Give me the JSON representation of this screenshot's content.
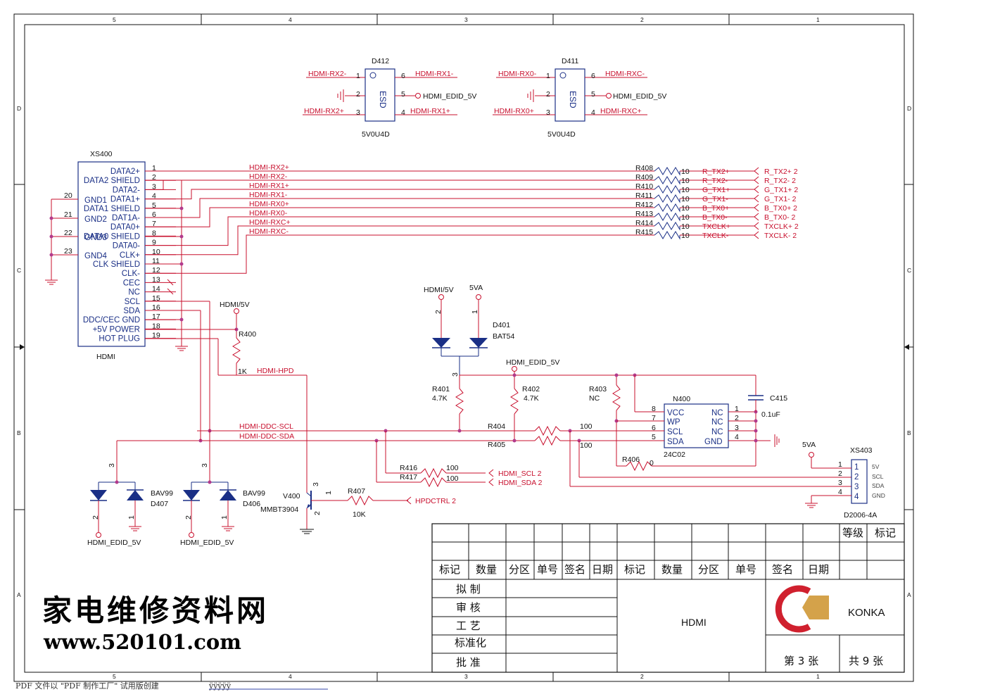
{
  "border": {
    "col_numbers": [
      "5",
      "4",
      "3",
      "2",
      "1"
    ],
    "row_letters": [
      "D",
      "C",
      "B",
      "A"
    ]
  },
  "esd_left": {
    "ref": "D412",
    "part": "5V0U4D",
    "body": "ESD",
    "pins": {
      "p1": "1",
      "p2": "2",
      "p3": "3",
      "p4": "4",
      "p5": "5",
      "p6": "6"
    },
    "nets": {
      "p1": "HDMI-RX2-",
      "p3": "HDMI-RX2+",
      "p6": "HDMI-RX1-",
      "p5": "HDMI_EDID_5V",
      "p4": "HDMI-RX1+"
    }
  },
  "esd_right": {
    "ref": "D411",
    "part": "5V0U4D",
    "body": "ESD",
    "pins": {
      "p1": "1",
      "p2": "2",
      "p3": "3",
      "p4": "4",
      "p5": "5",
      "p6": "6"
    },
    "nets": {
      "p1": "HDMI-RX0-",
      "p3": "HDMI-RX0+",
      "p6": "HDMI-RXC-",
      "p5": "HDMI_EDID_5V",
      "p4": "HDMI-RXC+"
    }
  },
  "connector": {
    "ref": "XS400",
    "name": "HDMI",
    "pins": [
      {
        "num": "1",
        "label": "DATA2+"
      },
      {
        "num": "2",
        "label": "DATA2 SHIELD"
      },
      {
        "num": "3",
        "label": "DATA2-"
      },
      {
        "num": "4",
        "label": "DATA1+"
      },
      {
        "num": "5",
        "label": "DATA1 SHIELD"
      },
      {
        "num": "6",
        "label": "DAT1A-"
      },
      {
        "num": "7",
        "label": "DATA0+"
      },
      {
        "num": "8",
        "label": "DATA0 SHIELD"
      },
      {
        "num": "9",
        "label": "DATA0-"
      },
      {
        "num": "10",
        "label": "CLK+"
      },
      {
        "num": "11",
        "label": "CLK SHIELD"
      },
      {
        "num": "12",
        "label": "CLK-"
      },
      {
        "num": "13",
        "label": "CEC"
      },
      {
        "num": "14",
        "label": "NC"
      },
      {
        "num": "15",
        "label": "SCL"
      },
      {
        "num": "16",
        "label": "SDA"
      },
      {
        "num": "17",
        "label": "DDC/CEC GND"
      },
      {
        "num": "18",
        "label": "+5V POWER"
      },
      {
        "num": "19",
        "label": "HOT PLUG"
      }
    ],
    "gnd_pins": [
      {
        "num": "20",
        "label": "GND1"
      },
      {
        "num": "21",
        "label": "GND2"
      },
      {
        "num": "22",
        "label": "GND3"
      },
      {
        "num": "23",
        "label": "GND4"
      }
    ]
  },
  "bus": {
    "nets": [
      "HDMI-RX2+",
      "HDMI-RX2-",
      "HDMI-RX1+",
      "HDMI-RX1-",
      "HDMI-RX0+",
      "HDMI-RX0-",
      "HDMI-RXC+",
      "HDMI-RXC-"
    ],
    "resistors": [
      "R408",
      "R409",
      "R410",
      "R411",
      "R412",
      "R413",
      "R414",
      "R415"
    ],
    "res_value": "10",
    "out_nets": [
      "R_TX2+",
      "R_TX2-",
      "G_TX1+",
      "G_TX1-",
      "B_TX0+",
      "B_TX0-",
      "TXCLK+",
      "TXCLK-"
    ],
    "ports": [
      "R_TX2+  2",
      "R_TX2-  2",
      "G_TX1+  2",
      "G_TX1-  2",
      "B_TX0+  2",
      "B_TX0-  2",
      "TXCLK+  2",
      "TXCLK-  2"
    ]
  },
  "hpd": {
    "r400_ref": "R400",
    "r400_val": "1K",
    "pwr": "HDMI/5V",
    "net": "HDMI-HPD"
  },
  "d401": {
    "ref": "D401",
    "part": "BAT54",
    "left_pwr": "HDMI/5V",
    "right_pwr": "5VA",
    "pin_l": "2",
    "pin_r": "1",
    "pin_c": "3"
  },
  "ddc": {
    "scl_net": "HDMI-DDC-SCL",
    "sda_net": "HDMI-DDC-SDA",
    "edid_net": "HDMI_EDID_5V",
    "r401_ref": "R401",
    "r401_val": "4.7K",
    "r402_ref": "R402",
    "r402_val": "4.7K",
    "r403_ref": "R403",
    "r403_val": "NC",
    "r404_ref": "R404",
    "r404_val": "100",
    "r405_ref": "R405",
    "r405_val": "100",
    "r406_ref": "R406",
    "r406_val": "0",
    "r416_ref": "R416",
    "r416_val": "100",
    "r417_ref": "R417",
    "r417_val": "100",
    "scl_port": "HDMI_SCL  2",
    "sda_port": "HDMI_SDA  2"
  },
  "eeprom": {
    "ref": "N400",
    "part": "24C02",
    "left_pins": [
      {
        "num": "8",
        "label": "VCC"
      },
      {
        "num": "7",
        "label": "WP"
      },
      {
        "num": "6",
        "label": "SCL"
      },
      {
        "num": "5",
        "label": "SDA"
      }
    ],
    "right_pins": [
      {
        "num": "1",
        "label": "NC"
      },
      {
        "num": "2",
        "label": "NC"
      },
      {
        "num": "3",
        "label": "NC"
      },
      {
        "num": "4",
        "label": "GND"
      }
    ],
    "cap_ref": "C415",
    "cap_val": "0.1uF"
  },
  "xs403": {
    "ref": "XS403",
    "part": "D2006-4A",
    "pwr": "5VA",
    "pins": [
      {
        "num": "1",
        "label": "5V"
      },
      {
        "num": "2",
        "label": "SCL"
      },
      {
        "num": "3",
        "label": "SDA"
      },
      {
        "num": "4",
        "label": "GND"
      }
    ]
  },
  "bav_left": {
    "ref": "D407",
    "part": "BAV99",
    "net": "HDMI_EDID_5V",
    "p3": "3",
    "p2": "2",
    "p1": "1"
  },
  "bav_right": {
    "ref": "D406",
    "part": "BAV99",
    "net": "HDMI_EDID_5V",
    "p3": "3",
    "p2": "2",
    "p1": "1"
  },
  "v400": {
    "ref": "V400",
    "part": "MMBT3904",
    "p1": "1",
    "p2": "2",
    "p3": "3",
    "r407_ref": "R407",
    "r407_val": "10K",
    "port": "HPDCTRL  2"
  },
  "title_block": {
    "grid_headers": [
      "标记",
      "数量",
      "分区",
      "单号",
      "签名",
      "日期",
      "标记",
      "数量",
      "分区",
      "单号",
      "签名",
      "日期"
    ],
    "grade": "等级",
    "mark": "标记",
    "roles": [
      "拟  制",
      "审  核",
      "工  艺",
      "标准化",
      "批  准"
    ],
    "title": "HDMI",
    "company": "KONKA",
    "sheet": "第 3 张",
    "total": "共 9 张"
  },
  "watermark": {
    "line1": "家电维修资料网",
    "line2": "www.520101.com"
  },
  "footer": {
    "text": "PDF 文件以 \"PDF 制作工厂\" 试用版创建",
    "link": "ÿÿÿÿÿ"
  },
  "colors": {
    "wire": "#c8102e",
    "comp": "#1a2f86",
    "dot": "#b23a8c",
    "logo_red": "#d0202e",
    "logo_gold": "#d4a24a"
  }
}
